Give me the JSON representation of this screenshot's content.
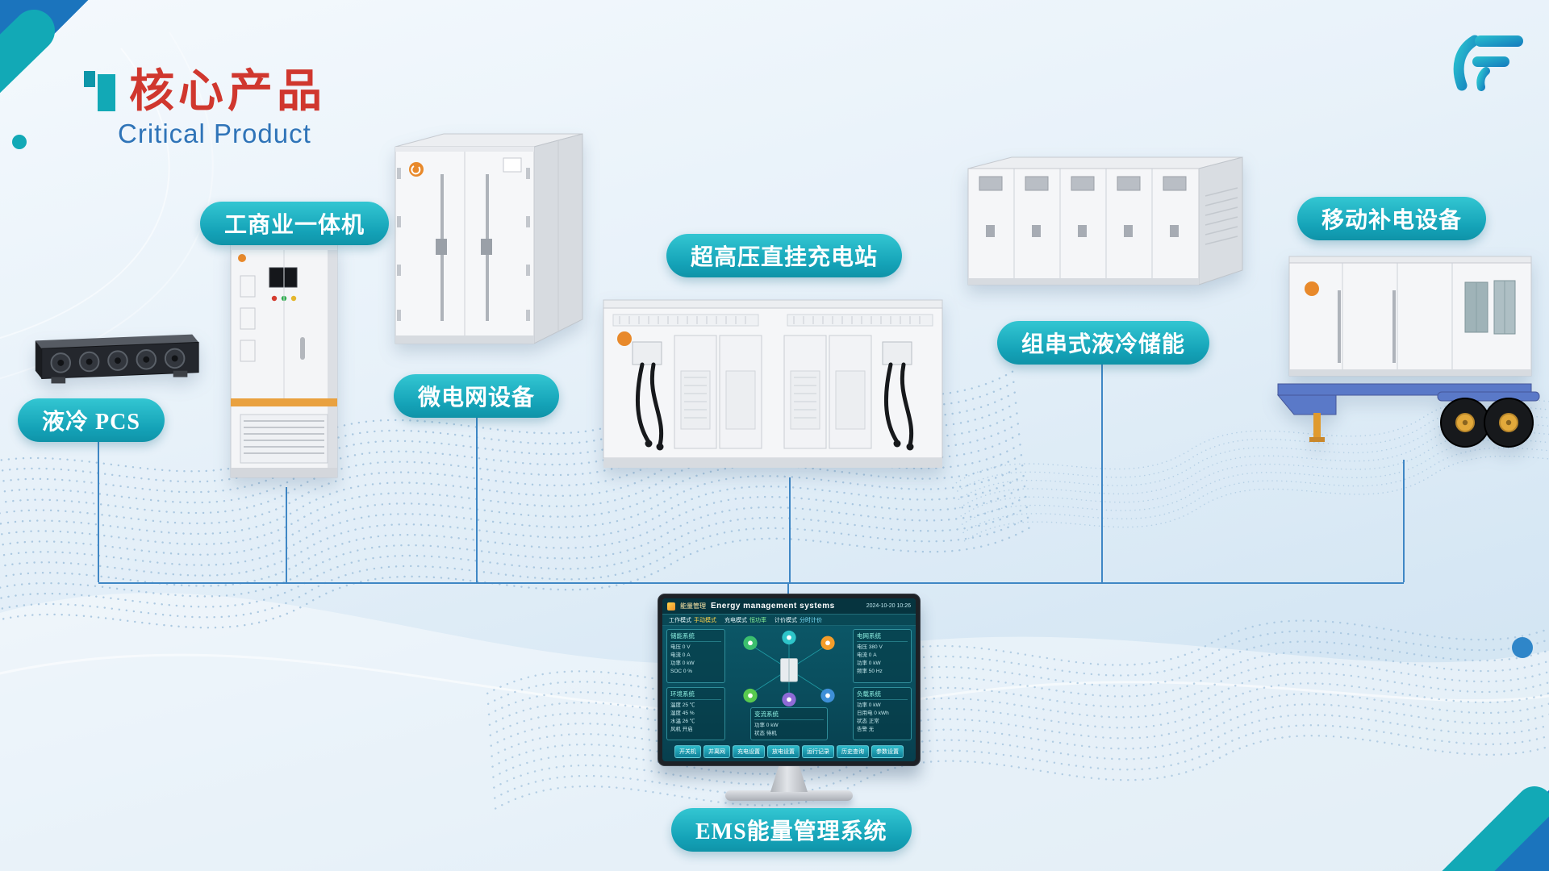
{
  "slide": {
    "title": "核心产品",
    "subtitle": "Critical Product"
  },
  "labels": {
    "pcs": "液冷 PCS",
    "all_in_one": "工商业一体机",
    "microgrid": "微电网设备",
    "charging": "超高压直挂充电站",
    "string_storage": "组串式液冷储能",
    "mobile": "移动补电设备",
    "ems": "EMS能量管理系统"
  },
  "ems_screen": {
    "brand": "能量管理",
    "title": "Energy management systems",
    "datetime": "2024-10-20 10:26",
    "modes": [
      {
        "label": "工作模式",
        "value": "手动模式"
      },
      {
        "label": "充电模式",
        "value": "恒功率"
      },
      {
        "label": "计价模式",
        "value": "分时计价"
      }
    ],
    "panels": {
      "storage": {
        "title": "储能系统",
        "rows": [
          "电压 0 V",
          "电流 0 A",
          "功率 0 kW",
          "SOC 0 %"
        ]
      },
      "env": {
        "title": "环境系统",
        "rows": [
          "温度 25 ℃",
          "湿度 45 %",
          "水温 26 ℃",
          "风机 开启"
        ]
      },
      "grid": {
        "title": "电网系统",
        "rows": [
          "电压 380 V",
          "电流 0 A",
          "功率 0 kW",
          "频率 50 Hz"
        ]
      },
      "load": {
        "title": "负载系统",
        "rows": [
          "功率 0 kW",
          "日用电 0 kWh",
          "状态 正常",
          "告警 无"
        ]
      },
      "pcs": {
        "title": "变流系统",
        "rows": [
          "功率 0 kW",
          "状态 待机"
        ]
      }
    },
    "buttons": [
      "开关机",
      "并离网",
      "充电设置",
      "放电设置",
      "运行记录",
      "历史查询",
      "参数设置"
    ]
  }
}
